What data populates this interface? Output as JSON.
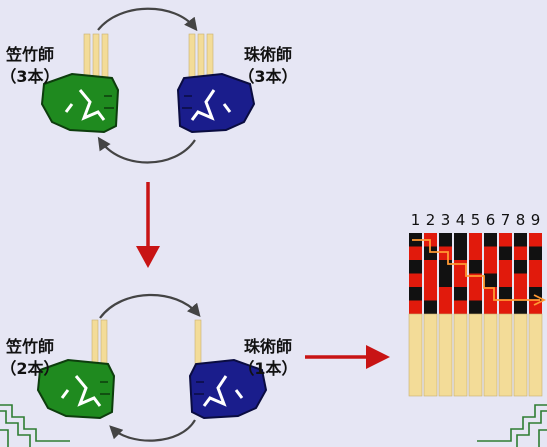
{
  "top": {
    "left_person": {
      "name": "笠竹師",
      "count": "（3本）"
    },
    "right_person": {
      "name": "珠術師",
      "count": "（3本）"
    }
  },
  "bottom": {
    "left_person": {
      "name": "笠竹師",
      "count": "（2本）"
    },
    "right_person": {
      "name": "珠術師",
      "count": "（1本）"
    }
  },
  "grid": {
    "column_numbers": [
      "1",
      "2",
      "3",
      "4",
      "5",
      "6",
      "7",
      "8",
      "9"
    ],
    "cells": [
      [
        "B",
        "R",
        "B",
        "B",
        "R",
        "B",
        "R",
        "B",
        "R"
      ],
      [
        "R",
        "B",
        "R",
        "B",
        "R",
        "R",
        "B",
        "R",
        "B"
      ],
      [
        "B",
        "R",
        "B",
        "R",
        "B",
        "R",
        "R",
        "B",
        "R"
      ],
      [
        "R",
        "R",
        "B",
        "R",
        "R",
        "B",
        "R",
        "R",
        "R"
      ],
      [
        "B",
        "R",
        "R",
        "B",
        "R",
        "R",
        "B",
        "R",
        "B"
      ],
      [
        "R",
        "B",
        "R",
        "R",
        "B",
        "R",
        "R",
        "B",
        "R"
      ]
    ]
  },
  "colors": {
    "background": "#e6e6f4",
    "left_fist": "#1f8a1f",
    "right_fist": "#1a1d8c",
    "arrow_down": "#c81414",
    "arrow_right": "#c81414",
    "strand": "#f3dc98",
    "cell_black": "#111111",
    "cell_red": "#e11a0c",
    "path_orange": "#ff9933",
    "corner_ornament": "#2e7d32"
  }
}
